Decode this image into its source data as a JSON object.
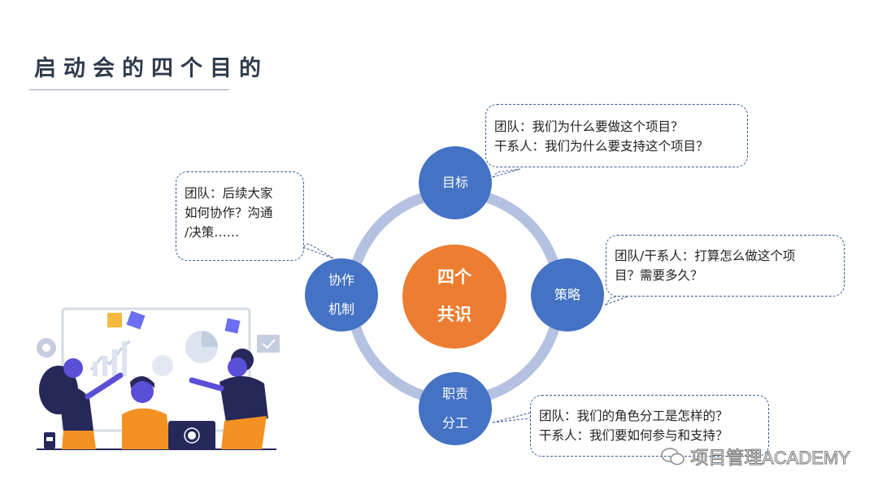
{
  "title": "启动会的四个目的",
  "center": {
    "line1": "四个",
    "line2": "共识"
  },
  "nodes": {
    "goal": "目标",
    "strategy": "策略",
    "roles": {
      "line1": "职责",
      "line2": "分工"
    },
    "collab": {
      "line1": "协作",
      "line2": "机制"
    }
  },
  "bubbles": {
    "goal": {
      "line1": "团队：我们为什么要做这个项目？",
      "line2": "干系人：我们为什么要支持这个项目？"
    },
    "strategy": {
      "line1": "团队/干系人：打算怎么做这个项",
      "line2": "目？需要多久？"
    },
    "roles": {
      "line1": "团队：我们的角色分工是怎样的？",
      "line2": "干系人：我们要如何参与和支持？"
    },
    "collab": {
      "line1": "团队：后续大家",
      "line2": "如何协作？沟通",
      "line3": "/决策……"
    }
  },
  "watermark": "项目管理ACADEMY",
  "colors": {
    "node": "#4472c4",
    "center": "#ed7d31",
    "ring": "#b4c1e0",
    "title": "#2f3b4c"
  }
}
